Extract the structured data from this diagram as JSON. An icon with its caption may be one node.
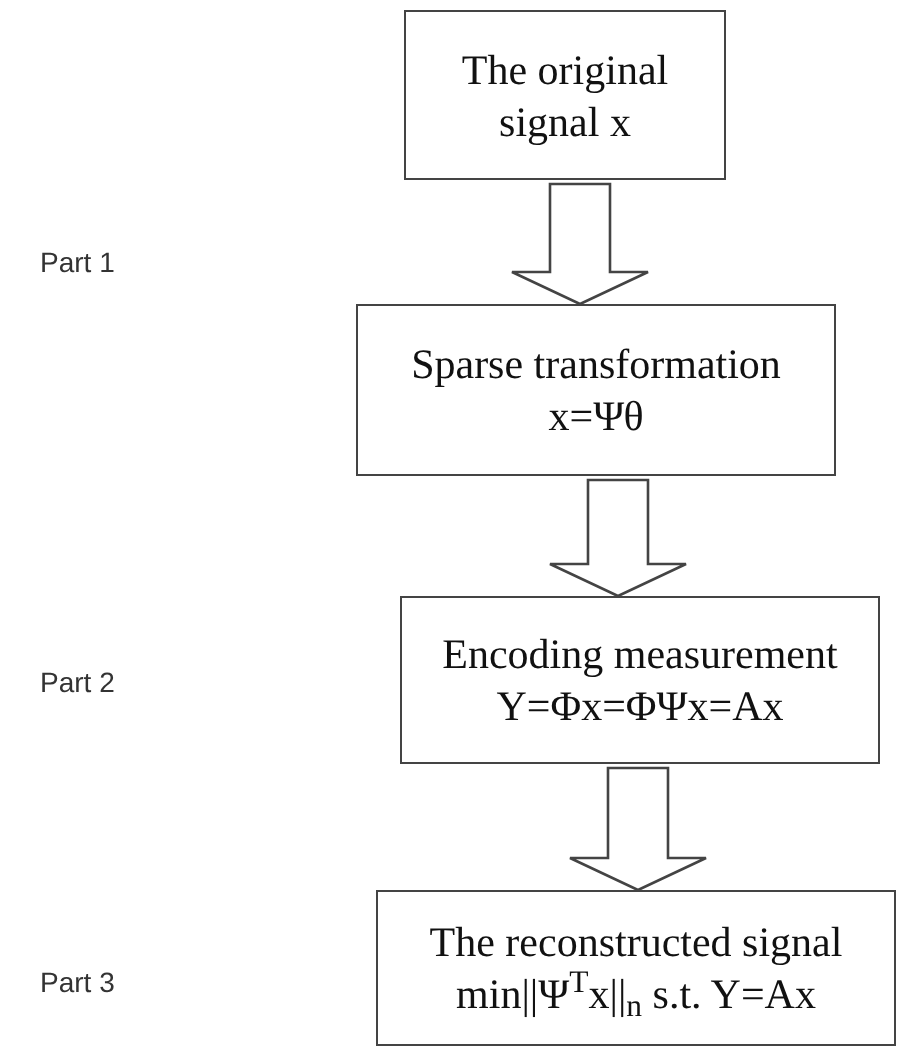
{
  "diagram": {
    "nodes": [
      {
        "text": [
          "The original signal x"
        ]
      },
      {
        "text": [
          "Sparse transformation",
          "x=Ψθ"
        ]
      },
      {
        "text": [
          "Encoding measurement",
          "Y=Φx=ΦΨx=Ax"
        ]
      },
      {
        "text": [
          "The reconstructed signal",
          "min||Ψ$^{T}$x||$_{n}$ s.t. Y=Ax"
        ]
      }
    ],
    "edges": [
      {
        "from": 0,
        "to": 1,
        "arrow": "to"
      },
      {
        "from": 1,
        "to": 2,
        "arrow": "to"
      },
      {
        "from": 2,
        "to": 3,
        "arrow": "to"
      }
    ],
    "labels": [
      "Part 1",
      "Part 2",
      "Part 3"
    ]
  }
}
